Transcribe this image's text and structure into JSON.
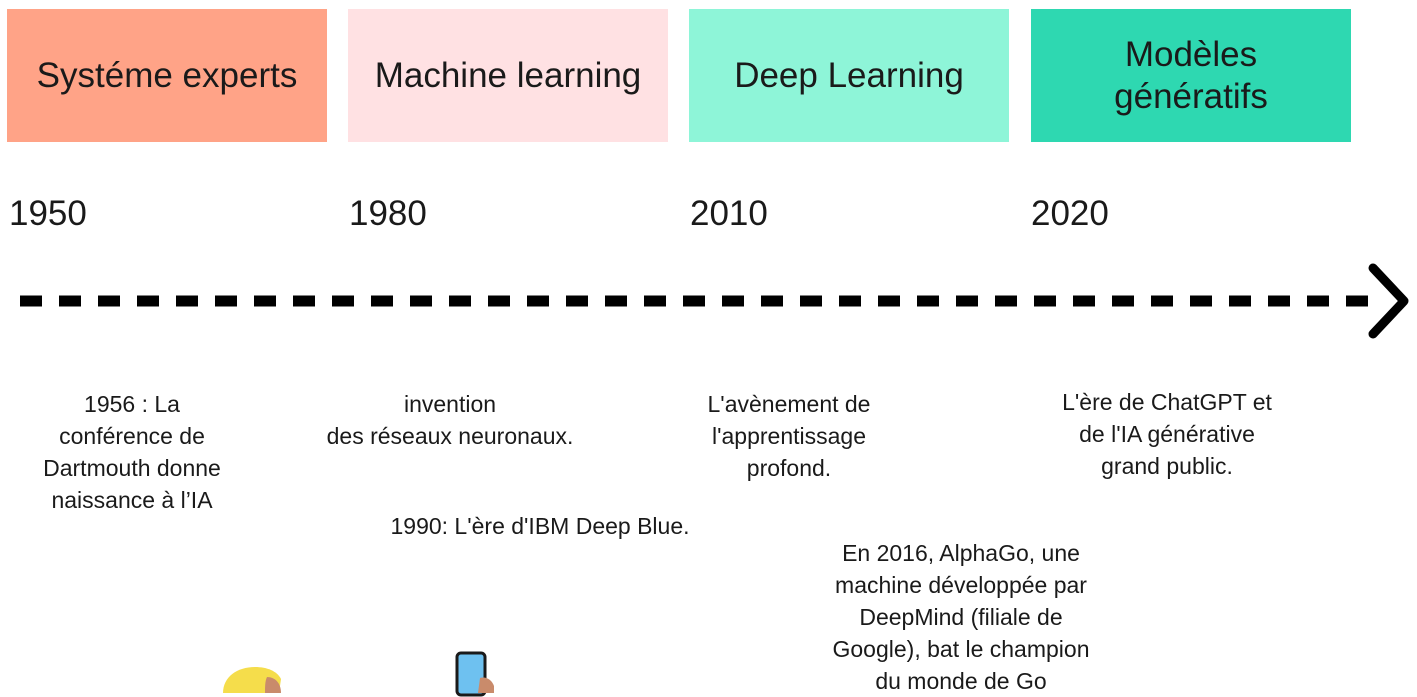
{
  "eras": [
    {
      "label": "Systéme experts",
      "color": "#ffa387"
    },
    {
      "label": "Machine learning",
      "color": "#ffe1e3"
    },
    {
      "label": "Deep Learning",
      "color": "#8ef5d8"
    },
    {
      "label": "Modèles\ngénératifs",
      "color": "#2ed8b1"
    }
  ],
  "years": [
    "1950",
    "1980",
    "2010",
    "2020"
  ],
  "descriptions": {
    "d1950": "1956 : La\nconférence de\nDartmouth donne\nnaissance à l’IA",
    "d1980": "invention\ndes réseaux neuronaux.",
    "d1990": "1990: L'ère d'IBM Deep Blue.",
    "d2010": "L'avènement de\nl'apprentissage\nprofond.",
    "d2016": "En 2016, AlphaGo, une\nmachine développée par\nDeepMind (filiale de\nGoogle), bat le champion\ndu monde de Go",
    "d2020": "L'ère de ChatGPT et\nde l'IA générative\ngrand public."
  },
  "icons": {
    "timeline_arrow": "chevron-right-icon",
    "illustration_left": "person-head-illustration",
    "illustration_right": "hand-holding-phone-illustration"
  },
  "colors": {
    "timeline": "#000000",
    "phone": "#6ec1f0",
    "hair": "#f5dd4b",
    "skin": "#c98b6b"
  }
}
